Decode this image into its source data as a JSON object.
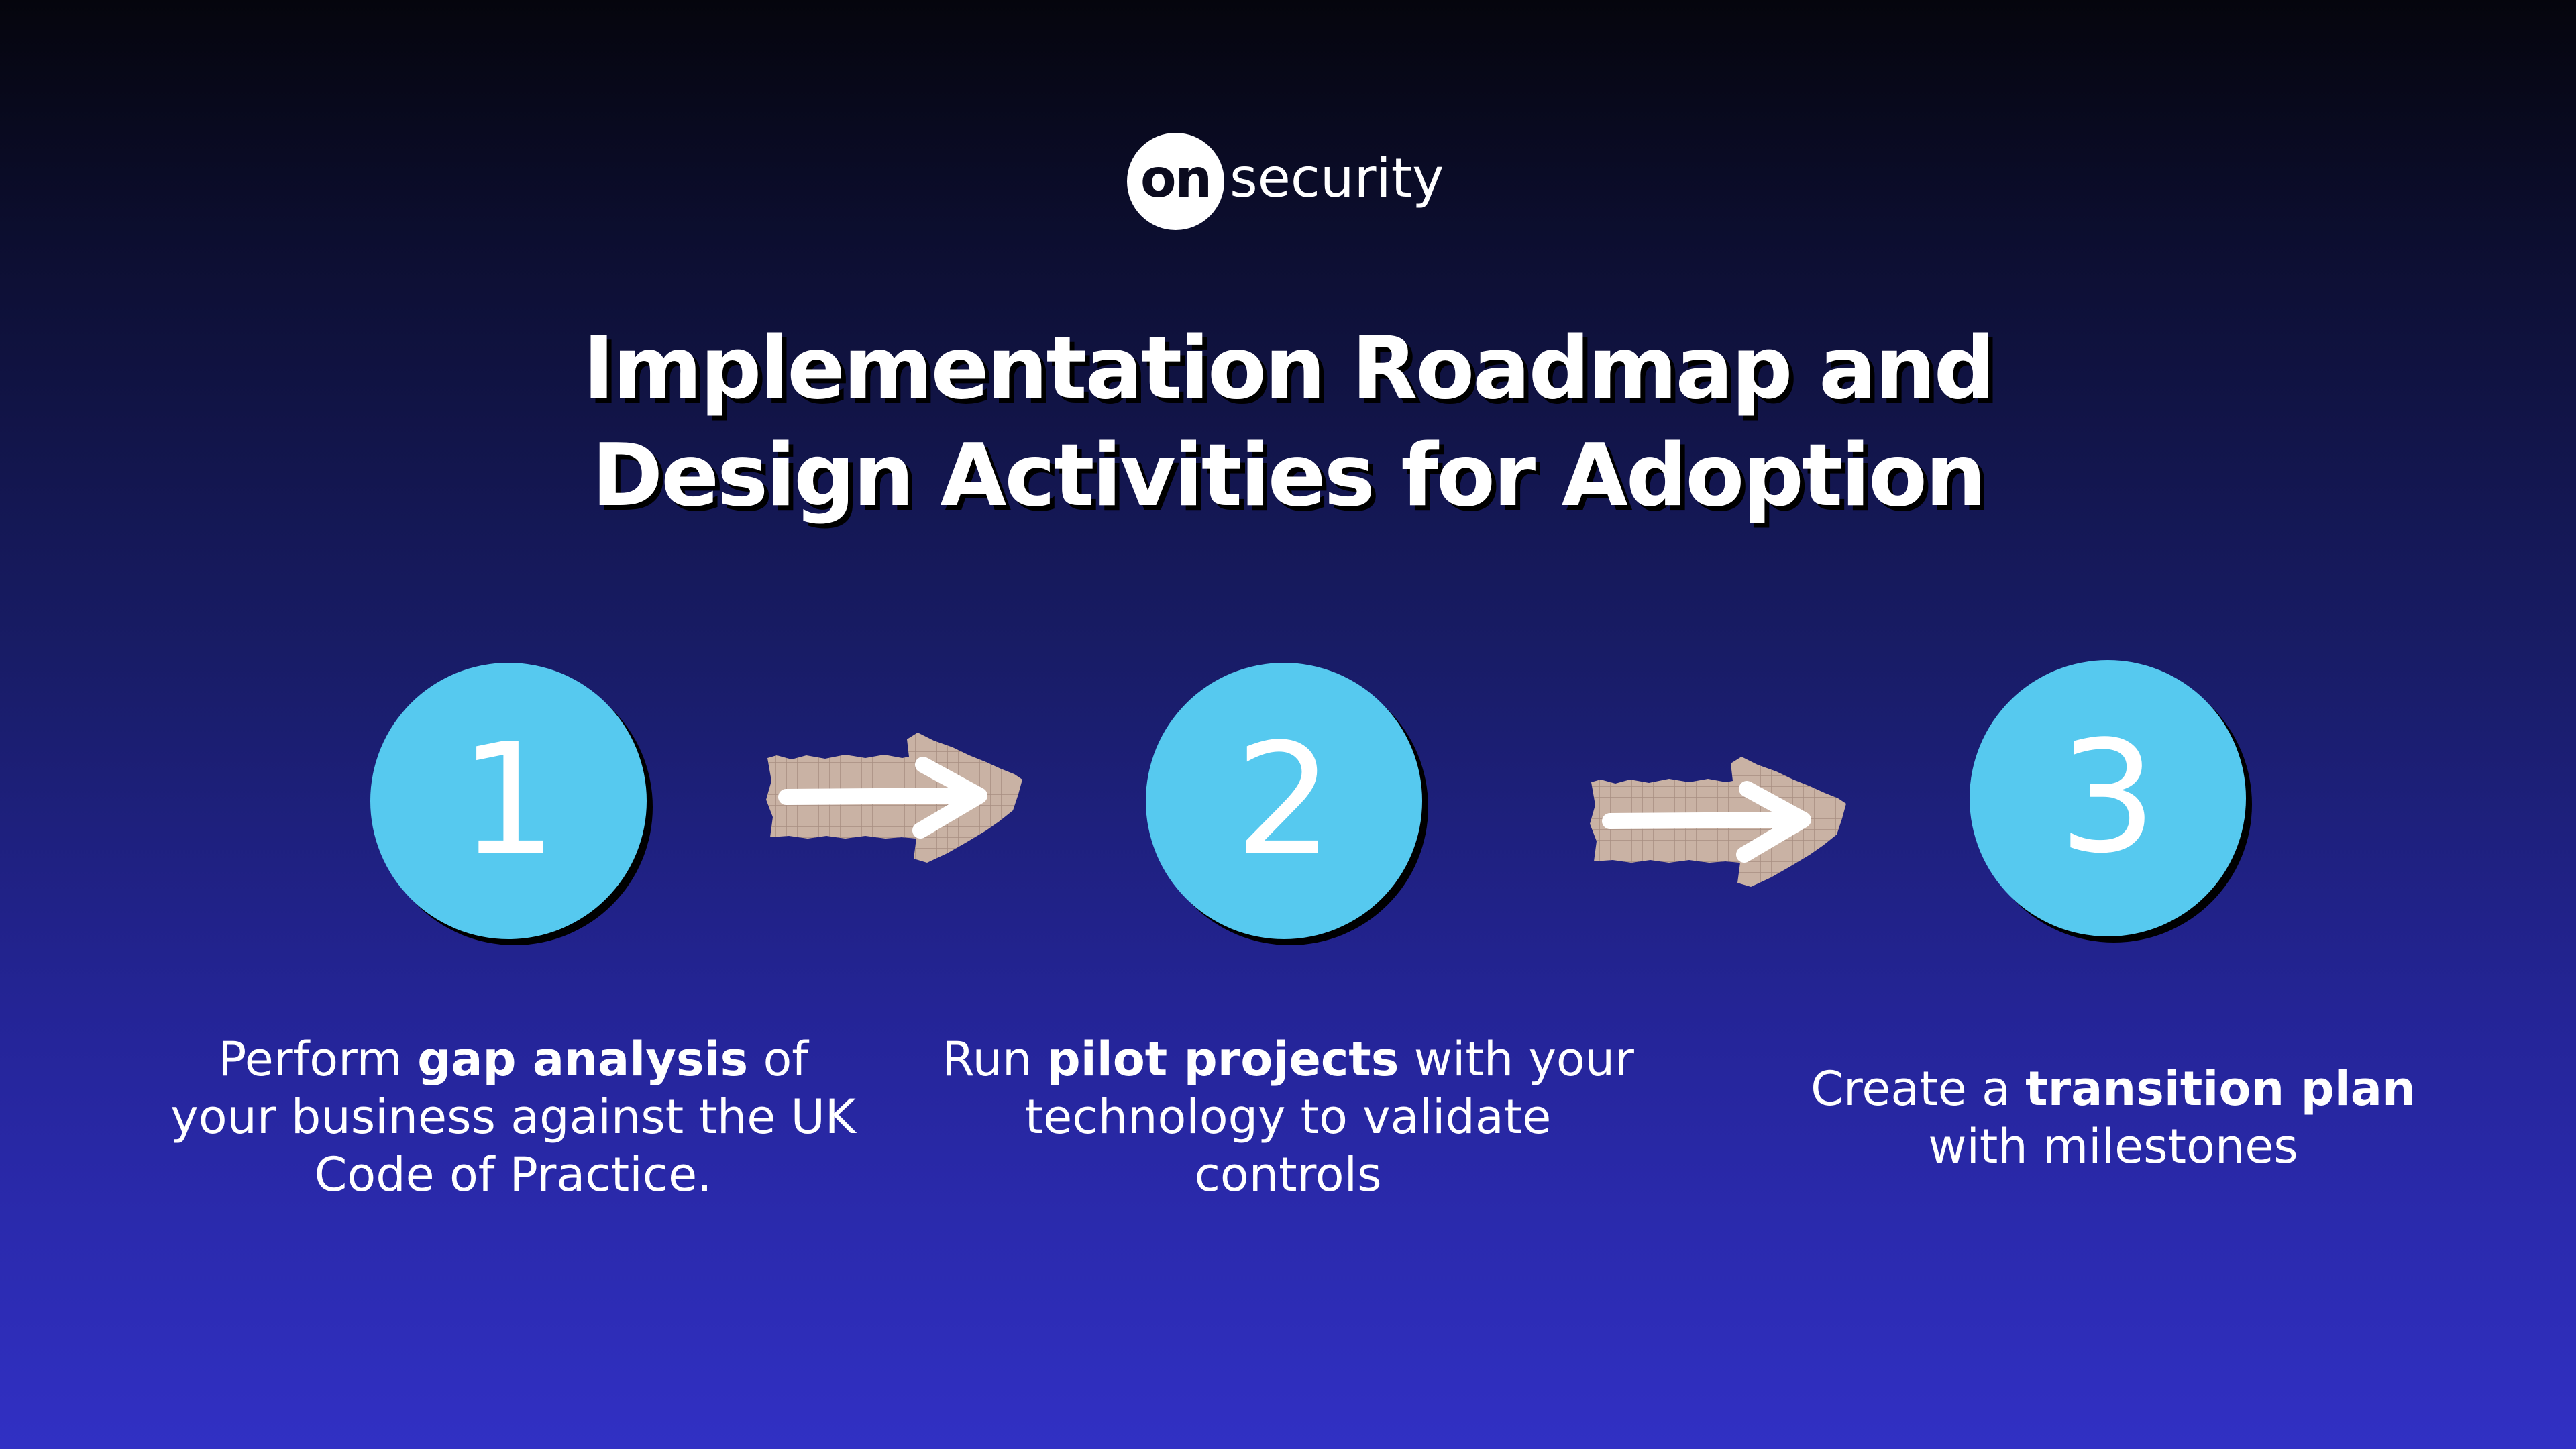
{
  "logo": {
    "badge_text": "on",
    "word": "security"
  },
  "title": {
    "line1": "Implementation Roadmap and",
    "line2": "Design Activities for Adoption"
  },
  "steps": [
    {
      "number": "1",
      "pre": "Perform ",
      "bold": "gap analysis",
      "post": " of your business against the UK Code of Practice."
    },
    {
      "number": "2",
      "pre": "Run ",
      "bold": "pilot projects",
      "post": " with your technology to validate controls"
    },
    {
      "number": "3",
      "pre": "Create a ",
      "bold": "transition plan",
      "post": " with milestones"
    }
  ],
  "arrows": [
    {
      "icon": "arrow-right-icon"
    },
    {
      "icon": "arrow-right-icon"
    }
  ],
  "colors": {
    "circle": "#56c9ef",
    "arrow_paper": "#c9b2a4",
    "background_top": "#05050d",
    "background_bottom": "#3130c4"
  }
}
